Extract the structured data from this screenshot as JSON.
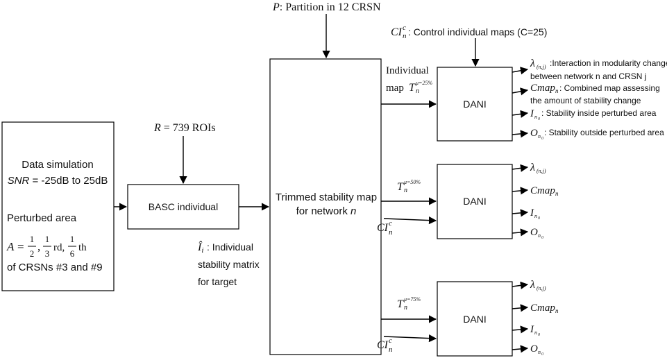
{
  "data_simulation": {
    "title": "Data simulation",
    "snr_symbol": "SNR",
    "snr_range": " = -25dB to 25dB",
    "perturbed_label": "Perturbed area",
    "area_symbol": "A",
    "area_frac1_num": "1",
    "area_frac1_den": "2",
    "area_frac2_num": "1",
    "area_frac2_den": "3",
    "area_frac2_suffix": "rd,",
    "area_frac3_num": "1",
    "area_frac3_den": "6",
    "area_frac3_suffix": "th",
    "crsn_text": "of CRSNs #3 and #9"
  },
  "rois": {
    "symbol": "R",
    "text": " = 739 ROIs"
  },
  "basc": {
    "label": "BASC individual"
  },
  "partition": {
    "symbol": "P",
    "text": ": Partition in 12 CRSN"
  },
  "trimmed": {
    "line1": "Trimmed stability map",
    "line2": "for network ",
    "line2_var": "n"
  },
  "individual_matrix": {
    "symbol": "Î",
    "sub": "i",
    "line1": " : Individual",
    "line2": "stability matrix",
    "line3": "for target"
  },
  "control": {
    "symbol": "CI",
    "sup": "c",
    "sub": "n",
    "text": " : Control individual maps (C=25)"
  },
  "individual_map": {
    "line1": "Individual",
    "line2": "map",
    "t_sym": "T",
    "t_sub": "n",
    "t_sup": "μ=25%"
  },
  "dani_label": "DANI",
  "t50": {
    "sym": "T",
    "sub": "n",
    "sup": "μ=50%"
  },
  "t75": {
    "sym": "T",
    "sub": "n",
    "sup": "μ=75%"
  },
  "ci_lower": {
    "sym": "CI",
    "sup": "c",
    "sub": "n"
  },
  "outputs": {
    "lambda_sym": "λ",
    "lambda_sub": "(n,j)",
    "lambda_desc1": ":Interaction in modularity changes",
    "lambda_desc2": "between network n and CRSN j",
    "cmap_sym": "Cmap",
    "cmap_sub": "n",
    "cmap_desc1": " : Combined map assessing",
    "cmap_desc2": "the amount of stability change",
    "i_sym": "I",
    "i_sub": "n",
    "i_subsub": "0",
    "i_desc": " : Stability inside perturbed area",
    "o_sym": "O",
    "o_sub": "n",
    "o_subsub": "0",
    "o_desc": " : Stability outside perturbed area"
  }
}
